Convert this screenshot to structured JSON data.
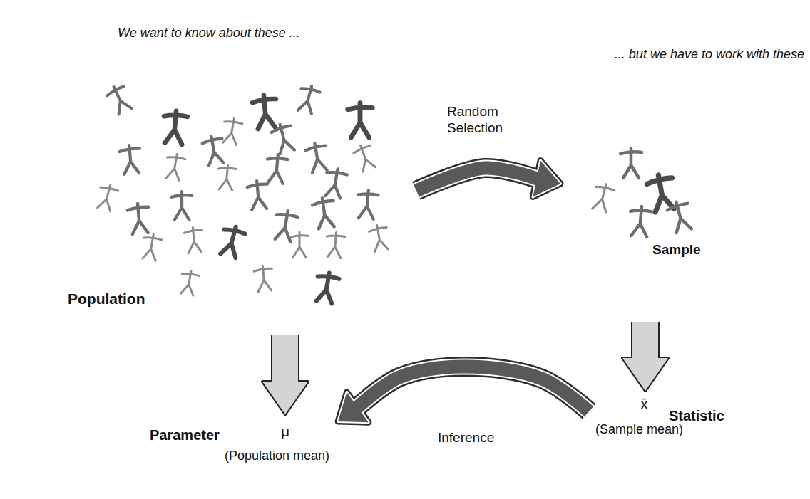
{
  "diagram": {
    "nodes": [
      {
        "text": [
          "Population"
        ]
      },
      {
        "text": [
          "Sample"
        ]
      },
      {
        "text": [
          "Parameter",
          "μ",
          "(Population mean)"
        ]
      },
      {
        "text": [
          "x̄",
          "Statistic",
          "(Sample mean)"
        ]
      }
    ],
    "edges": [
      {
        "from": 0,
        "to": 1,
        "arrow": "to",
        "label": "Random Selection"
      },
      {
        "from": 0,
        "to": 2,
        "arrow": "to"
      },
      {
        "from": 1,
        "to": 3,
        "arrow": "to"
      },
      {
        "from": 3,
        "to": 2,
        "arrow": "to",
        "label": "Inference"
      }
    ],
    "labels": [
      "We want to know about these ...",
      "... but we have to work with these"
    ]
  }
}
